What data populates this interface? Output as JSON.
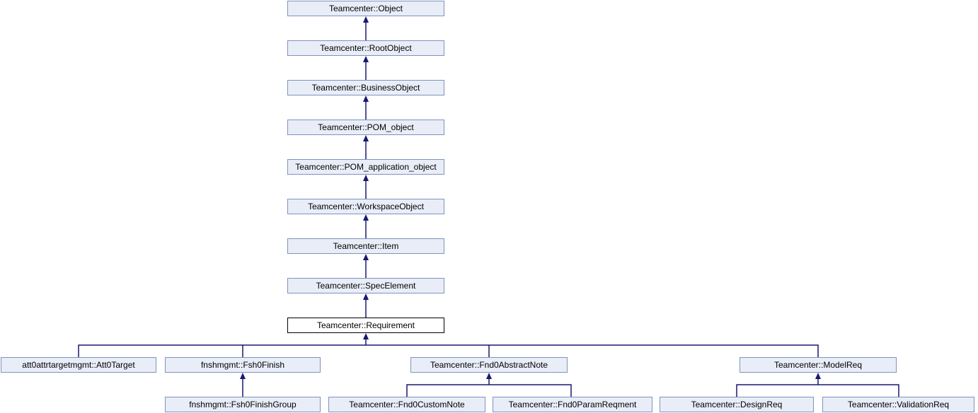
{
  "diagram": {
    "title": "Inheritance graph for Teamcenter::Requirement",
    "type": "class-inheritance-diagram",
    "colors": {
      "background": "#ffffff",
      "node_fill": "#e8edf7",
      "node_border": "#8093be",
      "highlight_node_fill": "#ffffff",
      "highlight_node_border": "#000000",
      "edge": "#191970",
      "text": "#000000"
    },
    "nodes": [
      {
        "label": "Teamcenter::Object",
        "highlighted": false
      },
      {
        "label": "Teamcenter::RootObject",
        "highlighted": false
      },
      {
        "label": "Teamcenter::BusinessObject",
        "highlighted": false
      },
      {
        "label": "Teamcenter::POM_object",
        "highlighted": false
      },
      {
        "label": "Teamcenter::POM_application_object",
        "highlighted": false
      },
      {
        "label": "Teamcenter::WorkspaceObject",
        "highlighted": false
      },
      {
        "label": "Teamcenter::Item",
        "highlighted": false
      },
      {
        "label": "Teamcenter::SpecElement",
        "highlighted": false
      },
      {
        "label": "Teamcenter::Requirement",
        "highlighted": true
      },
      {
        "label": "att0attrtargetmgmt::Att0Target",
        "highlighted": false
      },
      {
        "label": "fnshmgmt::Fsh0Finish",
        "highlighted": false
      },
      {
        "label": "Teamcenter::Fnd0AbstractNote",
        "highlighted": false
      },
      {
        "label": "Teamcenter::ModelReq",
        "highlighted": false
      },
      {
        "label": "fnshmgmt::Fsh0FinishGroup",
        "highlighted": false
      },
      {
        "label": "Teamcenter::Fnd0CustomNote",
        "highlighted": false
      },
      {
        "label": "Teamcenter::Fnd0ParamReqment",
        "highlighted": false
      },
      {
        "label": "Teamcenter::DesignReq",
        "highlighted": false
      },
      {
        "label": "Teamcenter::ValidationReq",
        "highlighted": false
      }
    ],
    "edges": [
      {
        "parent": "Teamcenter::Object",
        "child": "Teamcenter::RootObject"
      },
      {
        "parent": "Teamcenter::RootObject",
        "child": "Teamcenter::BusinessObject"
      },
      {
        "parent": "Teamcenter::BusinessObject",
        "child": "Teamcenter::POM_object"
      },
      {
        "parent": "Teamcenter::POM_object",
        "child": "Teamcenter::POM_application_object"
      },
      {
        "parent": "Teamcenter::POM_application_object",
        "child": "Teamcenter::WorkspaceObject"
      },
      {
        "parent": "Teamcenter::WorkspaceObject",
        "child": "Teamcenter::Item"
      },
      {
        "parent": "Teamcenter::Item",
        "child": "Teamcenter::SpecElement"
      },
      {
        "parent": "Teamcenter::SpecElement",
        "child": "Teamcenter::Requirement"
      },
      {
        "parent": "Teamcenter::Requirement",
        "child": "att0attrtargetmgmt::Att0Target"
      },
      {
        "parent": "Teamcenter::Requirement",
        "child": "fnshmgmt::Fsh0Finish"
      },
      {
        "parent": "Teamcenter::Requirement",
        "child": "Teamcenter::Fnd0AbstractNote"
      },
      {
        "parent": "Teamcenter::Requirement",
        "child": "Teamcenter::ModelReq"
      },
      {
        "parent": "fnshmgmt::Fsh0Finish",
        "child": "fnshmgmt::Fsh0FinishGroup"
      },
      {
        "parent": "Teamcenter::Fnd0AbstractNote",
        "child": "Teamcenter::Fnd0CustomNote"
      },
      {
        "parent": "Teamcenter::Fnd0AbstractNote",
        "child": "Teamcenter::Fnd0ParamReqment"
      },
      {
        "parent": "Teamcenter::ModelReq",
        "child": "Teamcenter::DesignReq"
      },
      {
        "parent": "Teamcenter::ModelReq",
        "child": "Teamcenter::ValidationReq"
      }
    ]
  }
}
